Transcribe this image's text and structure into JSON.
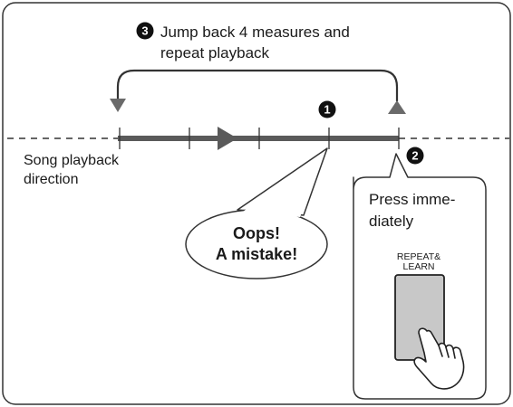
{
  "steps": {
    "step1": {
      "marker": "1"
    },
    "step2": {
      "marker": "2"
    },
    "step3": {
      "marker": "3",
      "line1": "Jump back 4 measures and",
      "line2": "repeat playback"
    }
  },
  "direction_label": {
    "line1": "Song playback",
    "line2": "direction"
  },
  "mistake_bubble": {
    "line1": "Oops!",
    "line2": "A mistake!"
  },
  "instruction_panel": {
    "line1": "Press imme-",
    "line2": "diately",
    "button_label_line1": "REPEAT&",
    "button_label_line2": "LEARN"
  },
  "colors": {
    "track": "#5a5a5a",
    "marker_fill": "#111111",
    "button_fill": "#c8c8c8",
    "outline": "#333333"
  },
  "icons": {
    "hand": "pointing-hand-icon",
    "marker": "numbered-circle-icon",
    "arrow": "playback-arrow-icon"
  }
}
